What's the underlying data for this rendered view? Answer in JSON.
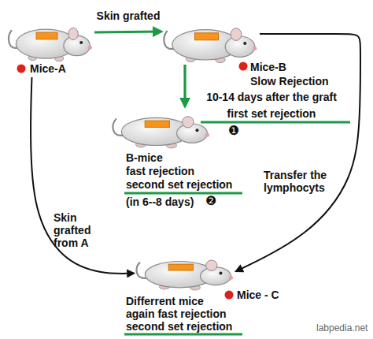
{
  "diagram": {
    "nodes": [
      {
        "text": [
          "Mice-A"
        ]
      },
      {
        "text": [
          "Mice-B",
          "Slow Rejection",
          "10-14 days after the graft",
          "first set rejection"
        ]
      },
      {
        "text": [
          "B-mice",
          "fast rejection",
          "second set rejection",
          "(in 6--8 days)"
        ]
      },
      {
        "text": [
          "Mice - C",
          "Differrent mice again fast rejection",
          "second set rejection"
        ]
      }
    ],
    "edges": [
      {
        "from": 0,
        "to": 1,
        "label": "Skin grafted",
        "arrow": "to"
      },
      {
        "from": 1,
        "to": 2,
        "arrow": "to"
      },
      {
        "from": 1,
        "to": 3,
        "label": "Transfer the lymphocyts",
        "arrow": "to"
      },
      {
        "from": 0,
        "to": 3,
        "label": "Skin grafted from A",
        "arrow": "to"
      }
    ],
    "labels": [
      "❶",
      "❷",
      "labpedia.net"
    ]
  }
}
